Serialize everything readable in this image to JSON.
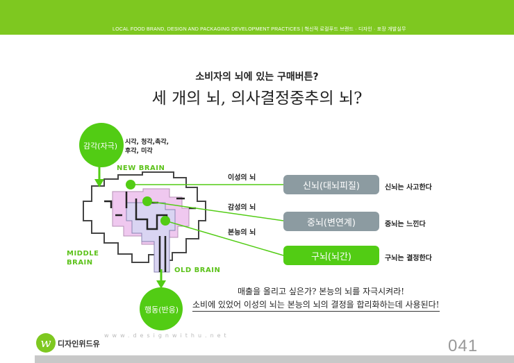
{
  "header": {
    "bar_text": "LOCAL FOOD BRAND, DESIGN AND PACKAGING DEVELOPMENT PRACTICES  |  혁신적 로컬푸드 브랜드 · 디자인 · 포장 개발실무"
  },
  "slide": {
    "subtitle": "소비자의 뇌에 있는 구매버튼?",
    "title": "세 개의 뇌, 의사결정중추의 뇌?"
  },
  "diagram": {
    "input_circle": "감각(자극)",
    "senses_line1": "시각, 청각,촉각,",
    "senses_line2": "후각, 미각",
    "output_circle": "행동(반응)",
    "new_brain": "NEW BRAIN",
    "middle_brain_line1": "MIDDLE",
    "middle_brain_line2": "BRAIN",
    "old_brain": "OLD BRAIN",
    "rows": [
      {
        "left_label": "이성의 뇌",
        "box": "신뇌(대뇌피질)",
        "right_label": "신뇌는 사고한다"
      },
      {
        "left_label": "감성의 뇌",
        "box": "중뇌(변연계)",
        "right_label": "중뇌는 느낀다"
      },
      {
        "left_label": "본능의 뇌",
        "box": "구뇌(뇌간)",
        "right_label": "구뇌는 결정한다"
      }
    ]
  },
  "quote": {
    "line1": "매출을 올리고 싶은가? 본능의 뇌를 자극시켜라!",
    "line2": "소비에 있었어 이성의 뇌는 본능의 뇌의 결정을 합리화하는데 사용된다!"
  },
  "footer": {
    "logo_mark": "w",
    "logo_text": "디자인위드유",
    "website": "www.designwithu.net",
    "page_number": "041"
  },
  "colors": {
    "accent_green": "#7ec820",
    "box_gray": "#8c9ba1",
    "box_green": "#52cc14",
    "middle_brain_pink": "#efc8ef",
    "old_brain_lavender": "#d9d4f2"
  }
}
